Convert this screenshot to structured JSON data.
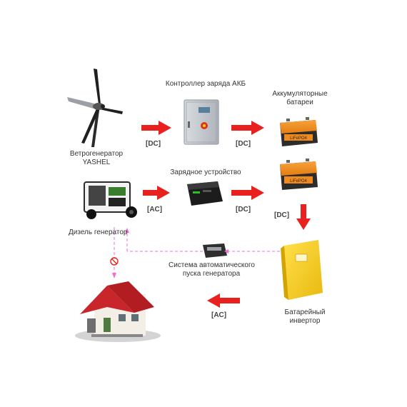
{
  "labels": {
    "wind_generator": [
      "Ветрогенератор",
      "YASHEL"
    ],
    "charge_controller": "Контроллер заряда АКБ",
    "batteries": [
      "Аккумуляторные",
      "батареи"
    ],
    "charger": "Зарядное устройство",
    "diesel_generator": "Дизель генератор",
    "auto_start_system": [
      "Системa автоматического",
      "пуска генератора"
    ],
    "battery_inverter": [
      "Батарейный",
      "инвертор"
    ]
  },
  "tags": {
    "wind_to_controller": "[DC]",
    "controller_to_battery": "[DC]",
    "generator_to_charger": "[AC]",
    "charger_to_battery": "[DC]",
    "battery_to_inverter": "[DC]",
    "inverter_to_house": "[AC]"
  },
  "battery_text": "LiFePO4",
  "colors": {
    "arrow_red": "#e8211f",
    "dashed_pink": "#ef6fd6",
    "inverter_yellow": "#f4cf1a",
    "battery_orange": "#f08a1c",
    "roof_red": "#c9262b"
  }
}
